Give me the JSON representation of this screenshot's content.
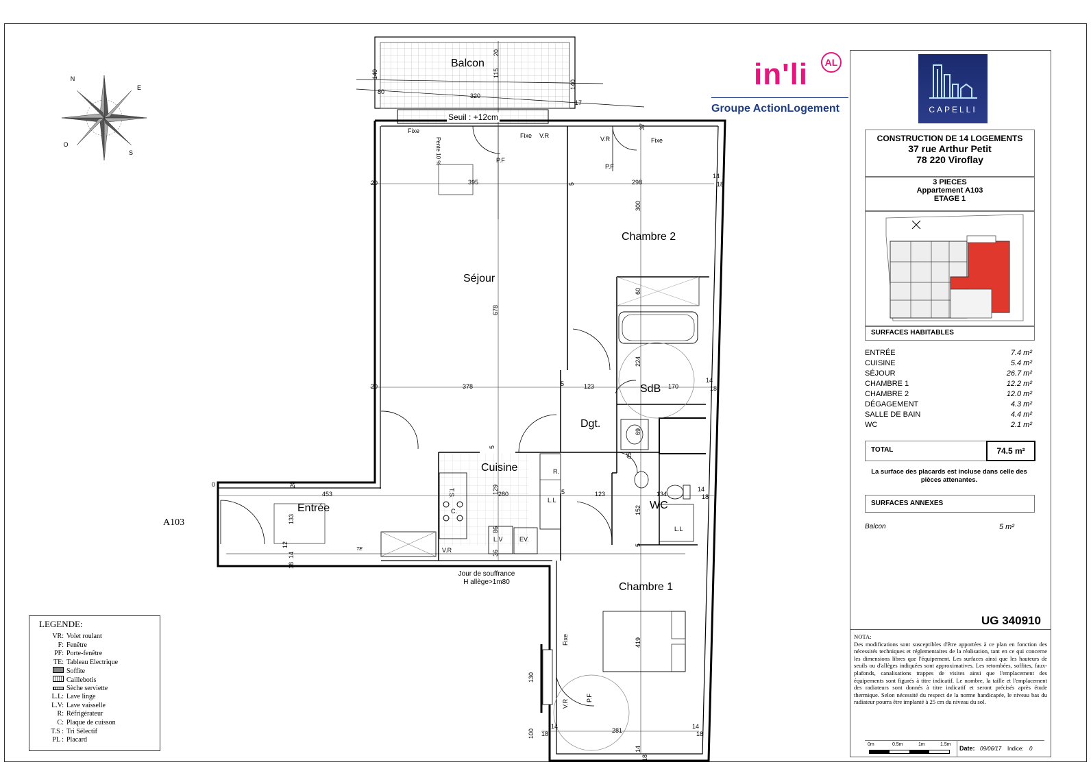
{
  "brand": {
    "inli": "in'li",
    "inli_badge": "AL",
    "group": "Groupe ActionLogement",
    "capelli": "CAPELLI"
  },
  "project": {
    "line1": "CONSTRUCTION DE 14 LOGEMENTS",
    "line2": "37 rue Arthur Petit",
    "line3": "78 220 Viroflay"
  },
  "apartment": {
    "type": "3 PIECES",
    "name": "Appartement A103",
    "floor": "ETAGE 1"
  },
  "surfaces_habitables": {
    "title": "SURFACES HABITABLES",
    "rows": [
      {
        "name": "ENTRÉE",
        "value": "7.4 m²"
      },
      {
        "name": "CUISINE",
        "value": "5.4 m²"
      },
      {
        "name": "SÉJOUR",
        "value": "26.7 m²"
      },
      {
        "name": "CHAMBRE 1",
        "value": "12.2 m²"
      },
      {
        "name": "CHAMBRE 2",
        "value": "12.0 m²"
      },
      {
        "name": "DÉGAGEMENT",
        "value": "4.3 m²"
      },
      {
        "name": "SALLE DE BAIN",
        "value": "4.4 m²"
      },
      {
        "name": "WC",
        "value": "2.1 m²"
      }
    ],
    "total_label": "TOTAL",
    "total_value": "74.5 m²",
    "note": "La surface des placards est incluse dans celle des pièces attenantes."
  },
  "surfaces_annexes": {
    "title": "SURFACES ANNEXES",
    "rows": [
      {
        "name": "Balcon",
        "value": "5 m²"
      }
    ]
  },
  "reference": "UG 340910",
  "nota": {
    "title": "NOTA:",
    "text": "Des modifications sont susceptibles d'être apportées à ce plan en fonction des nécessités techniques et réglementaires de la réalisation, tant en ce qui concerne les dimensions libres que l'équipement. Les surfaces ainsi que les hauteurs de seuils ou d'allèges indiquées sont approximatives. Les retombées, soffites, faux-plafonds, canalisations trappes de visites ainsi que l'emplacement des équipements sont figurés à titre indicatif. Le nombre, la taille et l'emplacement des radiateurs sont donnés à titre indicatif et seront précisés après étude thermique. Selon nécessité du respect de la norme handicapée, le niveau bas du radiateur pourra être implanté à 25 cm du niveau du sol."
  },
  "scale": {
    "labels": [
      "0m",
      "0.5m",
      "1m",
      "1.5m"
    ]
  },
  "date": {
    "label": "Date:",
    "value": "09/06/17"
  },
  "indice": {
    "label": "Indice:",
    "value": "0"
  },
  "legend": {
    "title": "LEGENDE:",
    "items": [
      {
        "key": "VR:",
        "label": "Volet roulant"
      },
      {
        "key": "F:",
        "label": "Fenêtre"
      },
      {
        "key": "PF:",
        "label": "Porte-fenêtre"
      },
      {
        "key": "TE:",
        "label": "Tableau Electrique"
      },
      {
        "key": "",
        "label": "Soffite"
      },
      {
        "key": "",
        "label": "Caillebotis"
      },
      {
        "key": "",
        "label": "Sèche serviette"
      },
      {
        "key": "L.L:",
        "label": "Lave linge"
      },
      {
        "key": "L.V:",
        "label": "Lave vaisselle"
      },
      {
        "key": "R:",
        "label": "Réfrigérateur"
      },
      {
        "key": "C:",
        "label": "Plaque de cuisson"
      },
      {
        "key": "T.S :",
        "label": "Tri Sélectif"
      },
      {
        "key": "PL :",
        "label": "Placard"
      }
    ]
  },
  "compass": {
    "n": "N",
    "e": "E",
    "s": "S",
    "o": "O"
  },
  "plan": {
    "unit_label": "A103",
    "rooms": {
      "balcon": "Balcon",
      "sejour": "Séjour",
      "chambre2": "Chambre 2",
      "sdb": "SdB",
      "dgt": "Dgt.",
      "cuisine": "Cuisine",
      "entree": "Entrée",
      "wc": "WC",
      "chambre1": "Chambre 1"
    },
    "seuil": "Seuil : +12cm",
    "pente": "Pente 10 %",
    "jour_line1": "Jour de souffrance",
    "jour_line2": "H allège>1m80",
    "labels": {
      "fixe": "Fixe",
      "vr": "V.R",
      "pf": "P.F",
      "ts": "T.S.",
      "c": "C.",
      "r": "R.",
      "ll": "L.L",
      "lv": "L.V",
      "ev": "EV.",
      "te": "TE"
    },
    "dims": {
      "d320": "320",
      "d140a": "140",
      "d140b": "140",
      "d115": "115",
      "d80": "80",
      "d20a": "20",
      "d17": "17",
      "d37": "37",
      "d395": "395",
      "d298": "298",
      "d20b": "20",
      "d5a": "5",
      "d14a": "14",
      "d18a": "18",
      "d300": "300",
      "d60": "60",
      "d678": "678",
      "d224": "224",
      "d378": "378",
      "d123a": "123",
      "d170": "170",
      "d20c": "20",
      "d5b": "5",
      "d14b": "14",
      "d18b": "18",
      "d69": "69",
      "d45": "45",
      "d129": "129",
      "d280": "280",
      "d123b": "123",
      "d134": "134",
      "d152": "152",
      "d453": "453",
      "d133": "133",
      "d0": "0",
      "d20d": "20",
      "d86": "86",
      "d36": "36",
      "d12": "12",
      "d14c": "14",
      "d18c": "18",
      "d14d": "14",
      "d18d": "18",
      "d419": "419",
      "d130": "130",
      "d281": "281",
      "d100": "100",
      "d14e": "14",
      "d18e": "18",
      "d14f": "14",
      "d18f": "18",
      "d14g": "14",
      "d18g": "18",
      "d5c": "5",
      "d5d": "5",
      "d5e": "5"
    }
  }
}
